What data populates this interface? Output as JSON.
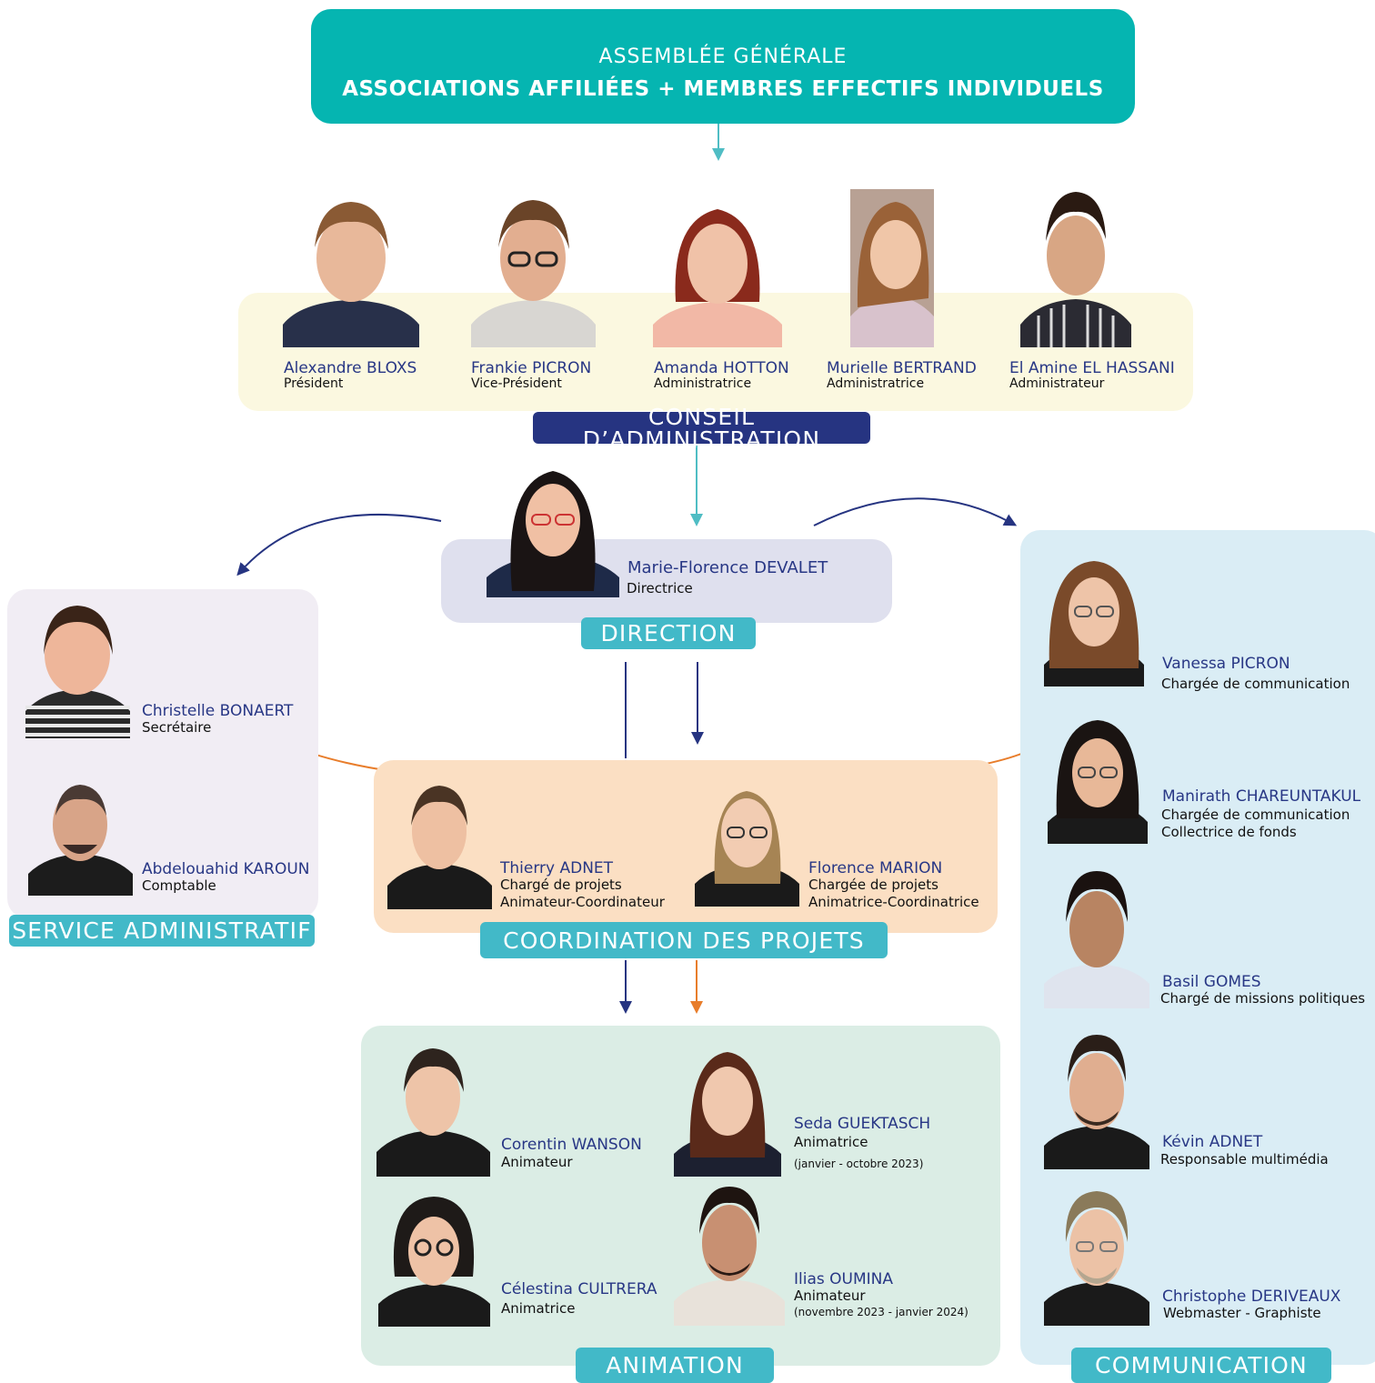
{
  "assembly": {
    "line1": "ASSEMBLÉE GÉNÉRALE",
    "line2": "ASSOCIATIONS AFFILIÉES + MEMBRES EFFECTIFS INDIVIDUELS"
  },
  "board": {
    "label": "CONSEIL D’ADMINISTRATION",
    "members": [
      {
        "name": "Alexandre BLOXS",
        "role": "Président"
      },
      {
        "name": "Frankie PICRON",
        "role": "Vice-Président"
      },
      {
        "name": "Amanda HOTTON",
        "role": "Administratrice"
      },
      {
        "name": "Murielle BERTRAND",
        "role": "Administratrice"
      },
      {
        "name": "El Amine EL HASSANI",
        "role": "Administrateur"
      }
    ]
  },
  "direction": {
    "label": "DIRECTION",
    "member": {
      "name": "Marie-Florence DEVALET",
      "role": "Directrice"
    }
  },
  "admin": {
    "label": "SERVICE ADMINISTRATIF",
    "members": [
      {
        "name": "Christelle BONAERT",
        "role": "Secrétaire"
      },
      {
        "name": "Abdelouahid KAROUN",
        "role": "Comptable"
      }
    ]
  },
  "coordination": {
    "label": "COORDINATION DES PROJETS",
    "members": [
      {
        "name": "Thierry ADNET",
        "role1": "Chargé de projets",
        "role2": "Animateur-Coordinateur"
      },
      {
        "name": "Florence MARION",
        "role1": "Chargée de projets",
        "role2": "Animatrice-Coordinatrice"
      }
    ]
  },
  "animation": {
    "label": "ANIMATION",
    "members": [
      {
        "name": "Corentin WANSON",
        "role": "Animateur"
      },
      {
        "name": "Seda GUEKTASCH",
        "role": "Animatrice",
        "note": "(janvier - octobre 2023)"
      },
      {
        "name": "Célestina CULTRERA",
        "role": "Animatrice"
      },
      {
        "name": "Ilias OUMINA",
        "role": "Animateur",
        "note": "(novembre 2023 - janvier 2024)"
      }
    ]
  },
  "communication": {
    "label": "COMMUNICATION",
    "members": [
      {
        "name": "Vanessa PICRON",
        "role1": "Chargée de communication"
      },
      {
        "name": "Manirath CHAREUNTAKUL",
        "role1": "Chargée de communication",
        "role2": "Collectrice de fonds"
      },
      {
        "name": "Basil GOMES",
        "role1": "Chargé de missions politiques"
      },
      {
        "name": "Kévin ADNET",
        "role1": "Responsable multimédia"
      },
      {
        "name": "Christophe DERIVEAUX",
        "role1": "Webmaster - Graphiste"
      }
    ]
  },
  "colors": {
    "teal": "#05b5b1",
    "navy": "#263481",
    "label_teal": "#42b9c8",
    "orange": "#e87d2b",
    "arrow_teal": "#4fbdc4"
  }
}
